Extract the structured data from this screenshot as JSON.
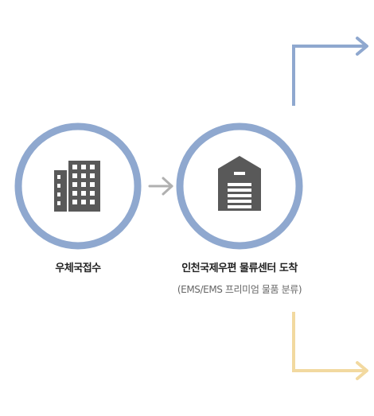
{
  "colors": {
    "ring": "#8fa8cf",
    "icon": "#595959",
    "step_arrow": "#b0b0b0",
    "branch_up": "#8fa8cf",
    "branch_down": "#f2d9a0"
  },
  "nodes": [
    {
      "icon": "office-building-icon",
      "label": "우체국접수"
    },
    {
      "icon": "warehouse-icon",
      "label": "인천국제우편 물류센터 도착",
      "sublabel": "(EMS/EMS 프리미엄 물품 분류)"
    }
  ]
}
